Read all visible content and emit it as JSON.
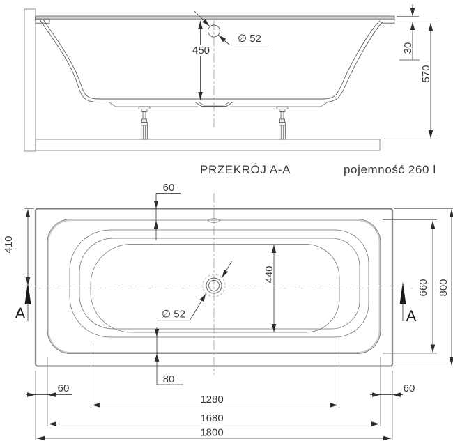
{
  "drawing": {
    "section_view": {
      "title": "PRZEKRÓJ A-A",
      "capacity": "pojemność 260 l",
      "dims": {
        "inner_depth": "450",
        "drain_diameter": "∅ 52",
        "rim_edge_height": "30",
        "overall_height": "570"
      }
    },
    "plan_view": {
      "section_marker_left": "A",
      "section_marker_right": "A",
      "dims": {
        "rim_offset_top": "60",
        "center_from_top": "410",
        "bottom_width": "440",
        "rim_width": "660",
        "overall_width": "800",
        "drain_diameter": "∅ 52",
        "rim_offset_left": "60",
        "rim_offset_right": "60",
        "rim_to_bottom_gap": "80",
        "bottom_length": "1280",
        "rim_length": "1680",
        "overall_length": "1800"
      }
    }
  }
}
